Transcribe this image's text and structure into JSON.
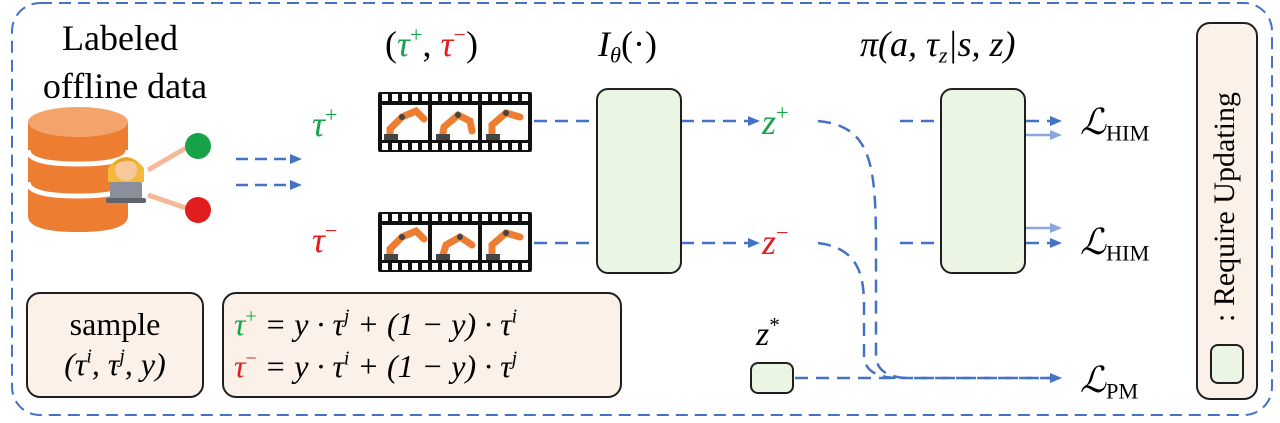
{
  "left": {
    "title_line1": "Labeled",
    "title_line2": "offline data"
  },
  "pair_label": {
    "open": "(",
    "tau": "τ",
    "plus": "+",
    "comma": ", ",
    "tau2": "τ",
    "minus": "−",
    "close": ")"
  },
  "tau_plus": {
    "tau": "τ",
    "sign": "+"
  },
  "tau_minus": {
    "tau": "τ",
    "sign": "−"
  },
  "encoder": {
    "label": "I",
    "sub": "θ",
    "arg": "(·)"
  },
  "z_plus": {
    "z": "z",
    "sign": "+"
  },
  "z_minus": {
    "z": "z",
    "sign": "−"
  },
  "z_star": {
    "z": "z",
    "sign": "*"
  },
  "policy": {
    "label": "π(a, τ",
    "sub": "z",
    "rest": "|s, z)"
  },
  "losses": {
    "him1": {
      "L": "ℒ",
      "sub": "HIM"
    },
    "him2": {
      "L": "ℒ",
      "sub": "HIM"
    },
    "pm": {
      "L": "ℒ",
      "sub": "PM"
    }
  },
  "sample_box": {
    "line1": "sample",
    "line2_open": "(τ",
    "i": "i",
    "comma1": ", τ",
    "j": "j",
    "rest": ", y)"
  },
  "formula_box": {
    "eq1": {
      "tau": "τ",
      "sign": "+",
      "rhs_a": " = y · τ",
      "exp_a": "j",
      "rhs_b": " + (1 − y) · τ",
      "exp_b": "i"
    },
    "eq2": {
      "tau": "τ",
      "sign": "−",
      "rhs_a": " = y · τ",
      "exp_a": "i",
      "rhs_b": " + (1 − y) · τ",
      "exp_b": "j"
    }
  },
  "legend": {
    "text": ": Require Updating"
  },
  "colors": {
    "green": "#16a34a",
    "red": "#e11d1d",
    "arrow": "#4472c4",
    "block_fill": "#eaf5e4",
    "box_fill": "#fbf1e8",
    "db_orange": "#ed7d31"
  },
  "icons": {
    "database": "database-icon",
    "person": "person-with-laptop-icon",
    "robot": "robot-arm-icon"
  }
}
